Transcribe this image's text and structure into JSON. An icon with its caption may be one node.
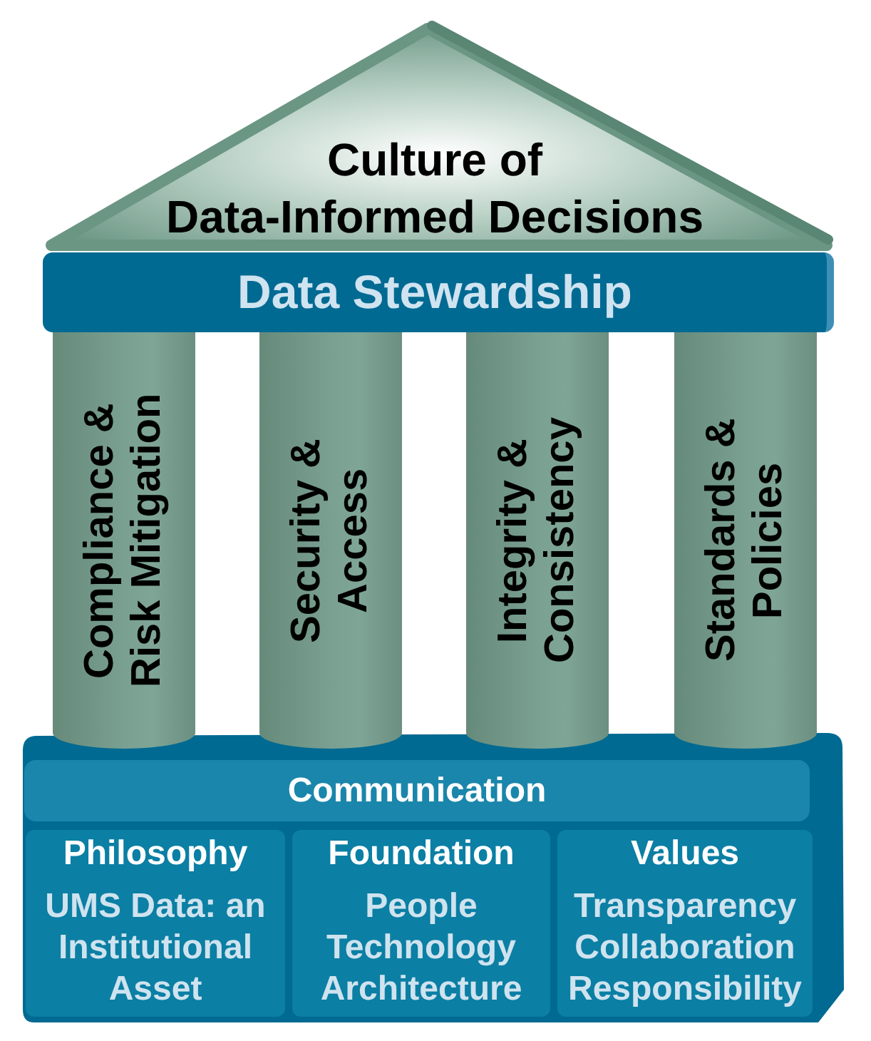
{
  "diagram": {
    "nodes": [
      {
        "text": [
          "Culture of Data-Informed Decisions"
        ]
      },
      {
        "text": [
          "Data Stewardship"
        ]
      },
      {
        "text": [
          "Compliance & Risk Mitigation"
        ]
      },
      {
        "text": [
          "Security & Access"
        ]
      },
      {
        "text": [
          "Integrity & Consistency"
        ]
      },
      {
        "text": [
          "Standards & Policies"
        ]
      },
      {
        "text": [
          "Communication"
        ]
      },
      {
        "text": [
          "Philosophy",
          "UMS Data: an Institutional Asset"
        ]
      },
      {
        "text": [
          "Foundation",
          "People",
          "Technology",
          "Architecture"
        ]
      },
      {
        "text": [
          "Values",
          "Transparency",
          "Collaboration",
          "Responsibility"
        ]
      }
    ]
  }
}
